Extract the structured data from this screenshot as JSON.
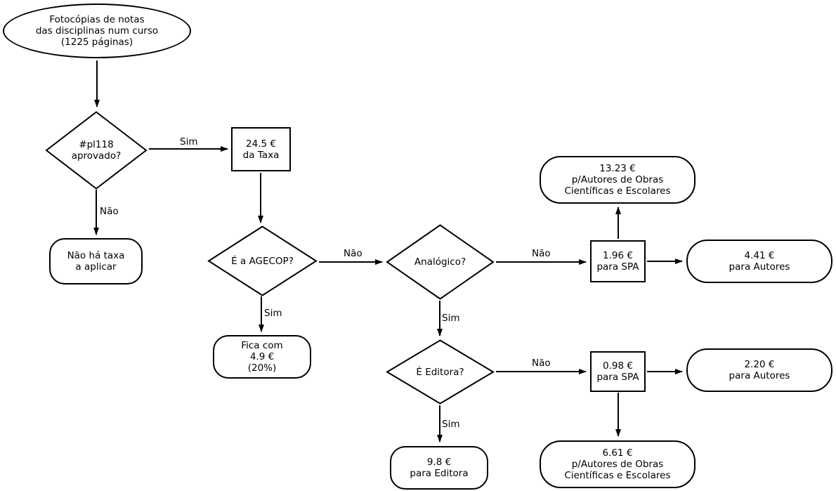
{
  "diagram": {
    "type": "flowchart",
    "language": "pt",
    "colors": {
      "line": "#000000",
      "node_fill": "#ffffff",
      "background": "#ffffff",
      "text": "#000000"
    },
    "nodes": {
      "start": {
        "shape": "ellipse",
        "lines": [
          "Fotocópias de notas",
          "das disciplinas num curso",
          "(1225 páginas)"
        ]
      },
      "pl118": {
        "shape": "diamond",
        "lines": [
          "#pl118",
          "aprovado?"
        ]
      },
      "taxa": {
        "shape": "rect",
        "lines": [
          "24.5 €",
          "da Taxa"
        ]
      },
      "notax": {
        "shape": "rounded",
        "lines": [
          "Não há taxa",
          "a aplicar"
        ]
      },
      "agecop": {
        "shape": "diamond",
        "lines": [
          "É a AGECOP?"
        ]
      },
      "fica": {
        "shape": "rounded",
        "lines": [
          "Fica com",
          "4.9 €",
          "(20%)"
        ]
      },
      "analogico": {
        "shape": "diamond",
        "lines": [
          "Analógico?"
        ]
      },
      "spa196": {
        "shape": "rect",
        "lines": [
          "1.96 €",
          "para SPA"
        ]
      },
      "autores1323": {
        "shape": "rounded",
        "lines": [
          "13.23 €",
          "p/Autores de Obras",
          "Científicas e Escolares"
        ]
      },
      "autores441": {
        "shape": "rounded",
        "lines": [
          "4.41 €",
          "para Autores"
        ]
      },
      "editora_q": {
        "shape": "diamond",
        "lines": [
          "É Editora?"
        ]
      },
      "spa098": {
        "shape": "rect",
        "lines": [
          "0.98 €",
          "para SPA"
        ]
      },
      "autores220": {
        "shape": "rounded",
        "lines": [
          "2.20 €",
          "para Autores"
        ]
      },
      "autores661": {
        "shape": "rounded",
        "lines": [
          "6.61 €",
          "p/Autores de Obras",
          "Científicas e Escolares"
        ]
      },
      "editora98": {
        "shape": "rounded",
        "lines": [
          "9.8 €",
          "para Editora"
        ]
      }
    },
    "edge_labels": {
      "pl118_sim": "Sim",
      "pl118_nao": "Não",
      "agecop_nao": "Não",
      "agecop_sim": "Sim",
      "analogico_nao": "Não",
      "analogico_sim": "Sim",
      "editora_nao": "Não",
      "editora_sim": "Sim"
    }
  }
}
